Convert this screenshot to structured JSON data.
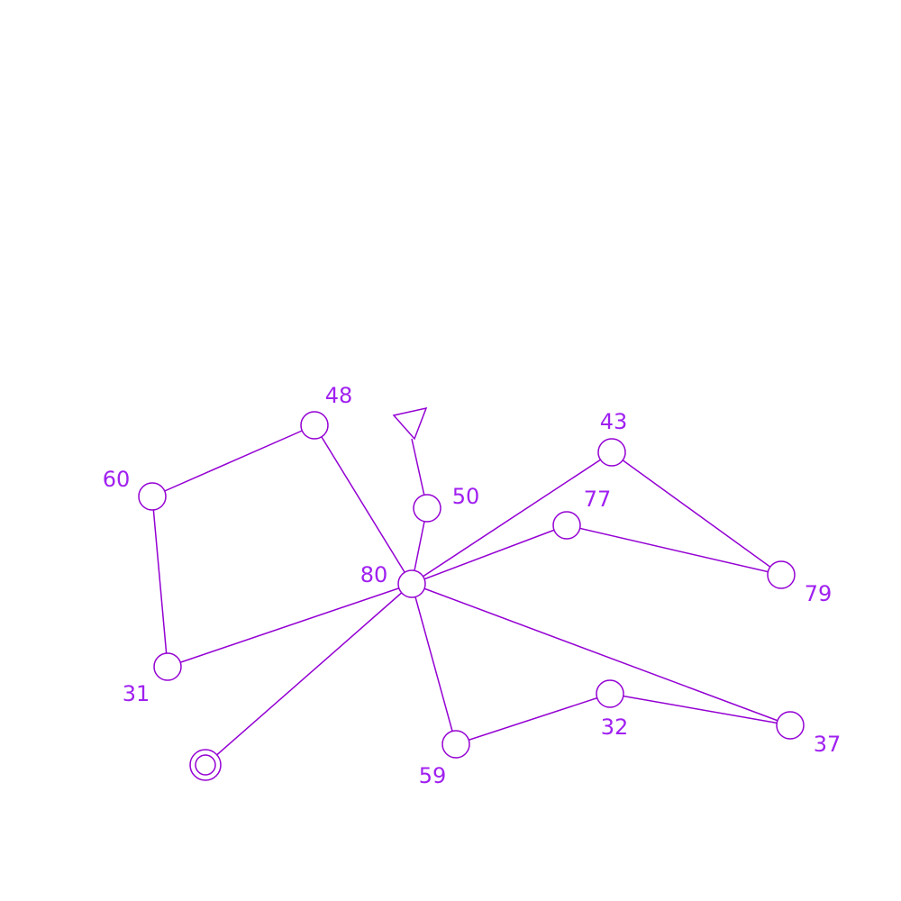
{
  "graph": {
    "color": "#9400d3",
    "label_color": "#a020f0",
    "nodes": [
      {
        "id": "n80",
        "label": "80"
      },
      {
        "id": "n48",
        "label": "48"
      },
      {
        "id": "n60",
        "label": "60"
      },
      {
        "id": "n31",
        "label": "31"
      },
      {
        "id": "n50",
        "label": "50"
      },
      {
        "id": "n43",
        "label": "43"
      },
      {
        "id": "n77",
        "label": "77"
      },
      {
        "id": "n79",
        "label": "79"
      },
      {
        "id": "n59",
        "label": "59"
      },
      {
        "id": "n32",
        "label": "32"
      },
      {
        "id": "n37",
        "label": "37"
      }
    ],
    "terminals": [
      {
        "id": "start",
        "kind": "triangle",
        "icon": "triangle-start-icon"
      },
      {
        "id": "end",
        "kind": "double-circle",
        "icon": "double-circle-end-icon"
      }
    ],
    "edges": [
      [
        "start",
        "n50"
      ],
      [
        "n50",
        "n80"
      ],
      [
        "n80",
        "n48"
      ],
      [
        "n48",
        "n60"
      ],
      [
        "n60",
        "n31"
      ],
      [
        "n31",
        "n80"
      ],
      [
        "n80",
        "n43"
      ],
      [
        "n43",
        "n79"
      ],
      [
        "n80",
        "n77"
      ],
      [
        "n77",
        "n79"
      ],
      [
        "n80",
        "n37"
      ],
      [
        "n37",
        "n32"
      ],
      [
        "n32",
        "n59"
      ],
      [
        "n59",
        "n80"
      ],
      [
        "n80",
        "end"
      ]
    ]
  }
}
